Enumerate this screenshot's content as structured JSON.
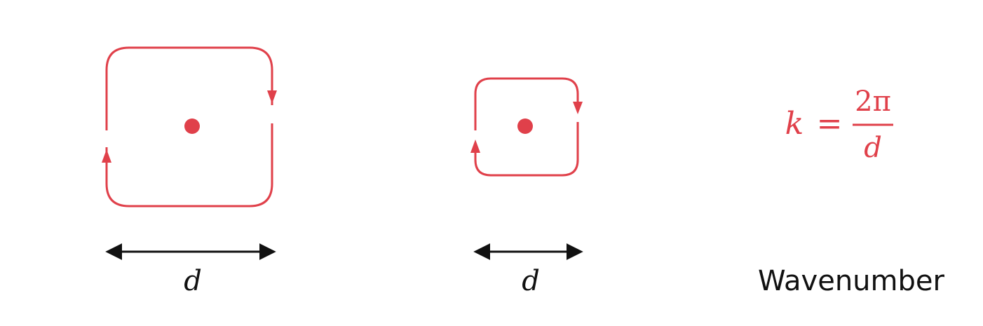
{
  "colors": {
    "accent": "#e0404a",
    "arrow": "#111111",
    "text": "#111111",
    "background": "#ffffff"
  },
  "large_vortex": {
    "width_label": "d",
    "rotation": "clockwise"
  },
  "small_vortex": {
    "width_label": "d",
    "rotation": "clockwise"
  },
  "formula": {
    "lhs": "k",
    "equals": "=",
    "numerator": "2π",
    "denominator": "d"
  },
  "caption": "Wavenumber"
}
